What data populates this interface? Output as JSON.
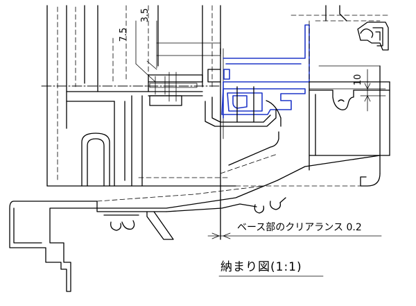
{
  "drawing": {
    "title": "納まり図(1:1)",
    "annotation": "ベース部のクリアランス 0.2",
    "dimensions": {
      "d1": "7.5",
      "d2": "3.5",
      "d3": "10"
    },
    "colors": {
      "line": "#000000",
      "highlight": "#1f36c8",
      "background": "#ffffff"
    }
  }
}
